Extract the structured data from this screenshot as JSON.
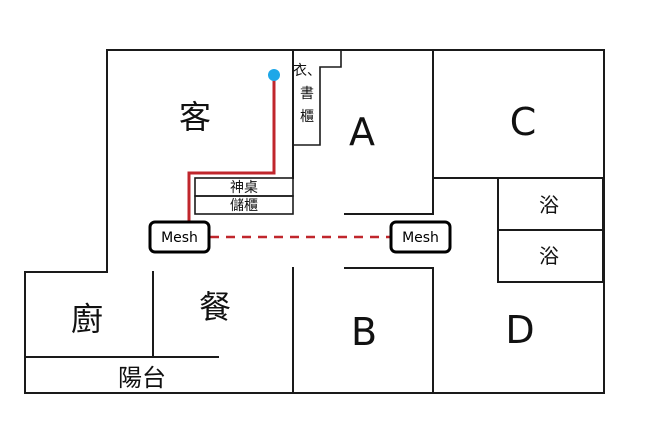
{
  "rooms": {
    "living": "客",
    "dining": "餐",
    "kitchen": "廚",
    "balcony": "陽台",
    "room_a": "A",
    "room_b": "B",
    "room_c": "C",
    "room_d": "D",
    "bath_upper": "浴",
    "bath_lower": "浴"
  },
  "furniture": {
    "wardrobe_lines": [
      "衣、",
      "書",
      "櫃"
    ],
    "altar_table": "神桌",
    "storage_cabinet": "儲櫃"
  },
  "devices": {
    "mesh_left": "Mesh",
    "mesh_right": "Mesh"
  },
  "colors": {
    "cable": "#c0262c",
    "access_point": "#1ea7e8",
    "walls": "#1a1a1a"
  }
}
